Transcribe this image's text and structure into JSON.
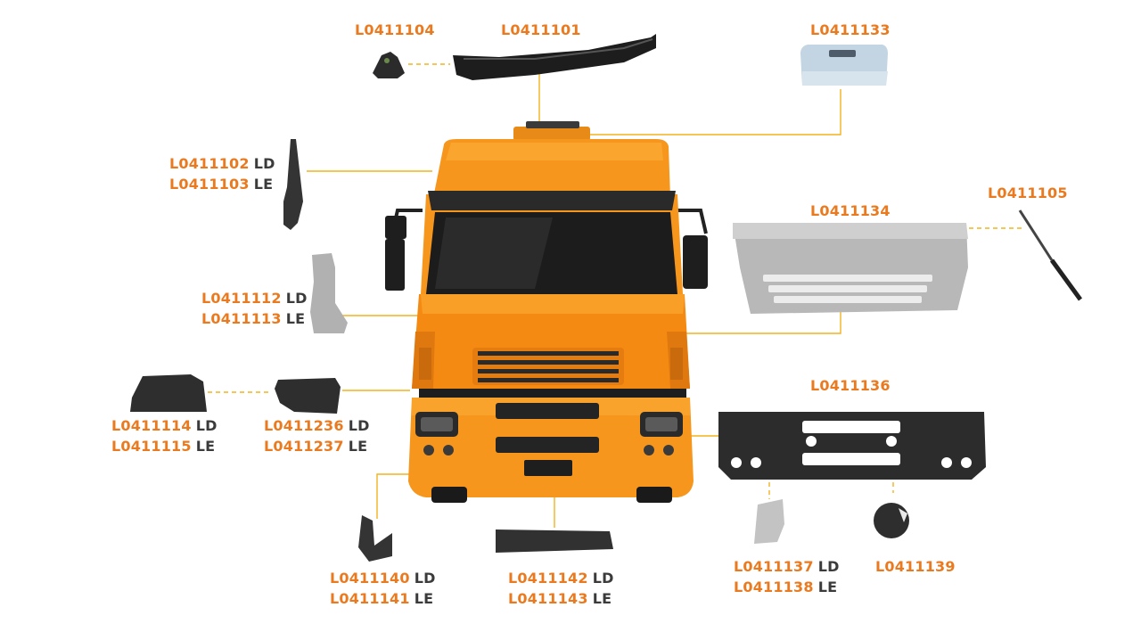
{
  "colors": {
    "accent": "#ea7a1f",
    "side_text": "#3b3b3b",
    "connector": "#f2b21e",
    "cab": "#f7961d"
  },
  "labels": {
    "l1104": "L0411104",
    "l1101": "L0411101",
    "l1133": "L0411133",
    "l1102": {
      "code": "L0411102",
      "side": "LD"
    },
    "l1103": {
      "code": "L0411103",
      "side": "LE"
    },
    "l1134": "L0411134",
    "l1105": "L0411105",
    "l1112": {
      "code": "L0411112",
      "side": "LD"
    },
    "l1113": {
      "code": "L0411113",
      "side": "LE"
    },
    "l1136": "L0411136",
    "l1114": {
      "code": "L0411114",
      "side": "LD"
    },
    "l1115": {
      "code": "L0411115",
      "side": "LE"
    },
    "l1236": {
      "code": "L0411236",
      "side": "LD"
    },
    "l1237": {
      "code": "L0411237",
      "side": "LE"
    },
    "l1140": {
      "code": "L0411140",
      "side": "LD"
    },
    "l1141": {
      "code": "L0411141",
      "side": "LE"
    },
    "l1142": {
      "code": "L0411142",
      "side": "LD"
    },
    "l1143": {
      "code": "L0411143",
      "side": "LE"
    },
    "l1137": {
      "code": "L0411137",
      "side": "LD"
    },
    "l1138": {
      "code": "L0411138",
      "side": "LE"
    },
    "l1139": "L0411139"
  }
}
